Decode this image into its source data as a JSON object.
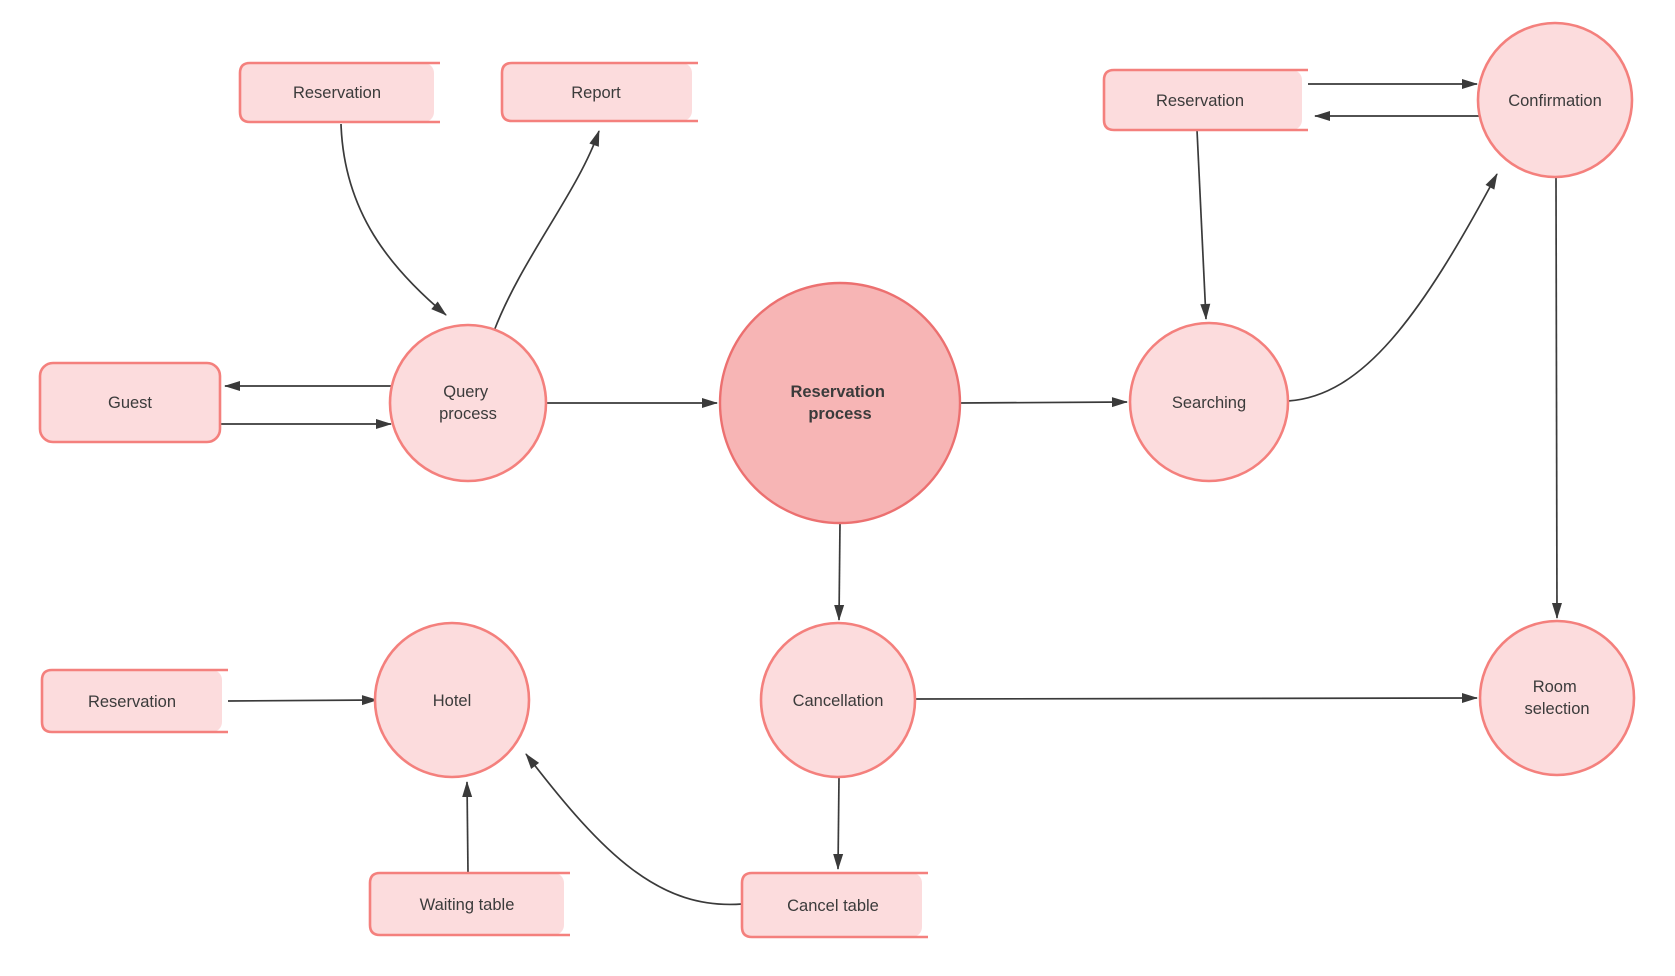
{
  "diagram": {
    "kind": "data-flow-diagram",
    "topic": "Hotel reservation process",
    "colors": {
      "node_fill": "#fcdcdd",
      "emphasis_fill": "#f7b5b5",
      "node_stroke": "#f4807d",
      "emphasis_stroke": "#ec7070",
      "connector": "#3a3a3a",
      "text": "#3b3b3b",
      "background": "#ffffff"
    },
    "nodes": [
      {
        "id": "reservation-store-top",
        "type": "data-store",
        "label": "Reservation"
      },
      {
        "id": "report-store",
        "type": "data-store",
        "label": "Report"
      },
      {
        "id": "guest",
        "type": "external-entity",
        "label": "Guest"
      },
      {
        "id": "query-process",
        "type": "process",
        "label": "Query process",
        "lines": [
          "Query",
          "process"
        ]
      },
      {
        "id": "reservation-process",
        "type": "process",
        "label": "Reservation process",
        "lines": [
          "Reservation",
          "process"
        ],
        "emphasis": true
      },
      {
        "id": "searching",
        "type": "process",
        "label": "Searching"
      },
      {
        "id": "reservation-store-right",
        "type": "data-store",
        "label": "Reservation"
      },
      {
        "id": "confirmation",
        "type": "process",
        "label": "Confirmation"
      },
      {
        "id": "room-selection",
        "type": "process",
        "label": "Room selection",
        "lines": [
          "Room",
          "selection"
        ]
      },
      {
        "id": "cancellation",
        "type": "process",
        "label": "Cancellation"
      },
      {
        "id": "hotel",
        "type": "process",
        "label": "Hotel"
      },
      {
        "id": "reservation-store-bottom",
        "type": "data-store",
        "label": "Reservation"
      },
      {
        "id": "waiting-table",
        "type": "data-store",
        "label": "Waiting table"
      },
      {
        "id": "cancel-table",
        "type": "data-store",
        "label": "Cancel table"
      }
    ],
    "edges": [
      {
        "from": "reservation-store-top",
        "to": "query-process"
      },
      {
        "from": "query-process",
        "to": "report-store"
      },
      {
        "from": "query-process",
        "to": "guest"
      },
      {
        "from": "guest",
        "to": "query-process"
      },
      {
        "from": "query-process",
        "to": "reservation-process"
      },
      {
        "from": "reservation-process",
        "to": "searching"
      },
      {
        "from": "reservation-store-right",
        "to": "searching"
      },
      {
        "from": "reservation-store-right",
        "to": "confirmation"
      },
      {
        "from": "confirmation",
        "to": "reservation-store-right"
      },
      {
        "from": "searching",
        "to": "confirmation"
      },
      {
        "from": "confirmation",
        "to": "room-selection"
      },
      {
        "from": "reservation-process",
        "to": "cancellation"
      },
      {
        "from": "cancellation",
        "to": "room-selection"
      },
      {
        "from": "cancellation",
        "to": "cancel-table"
      },
      {
        "from": "cancel-table",
        "to": "hotel"
      },
      {
        "from": "waiting-table",
        "to": "hotel"
      },
      {
        "from": "reservation-store-bottom",
        "to": "hotel"
      }
    ]
  }
}
